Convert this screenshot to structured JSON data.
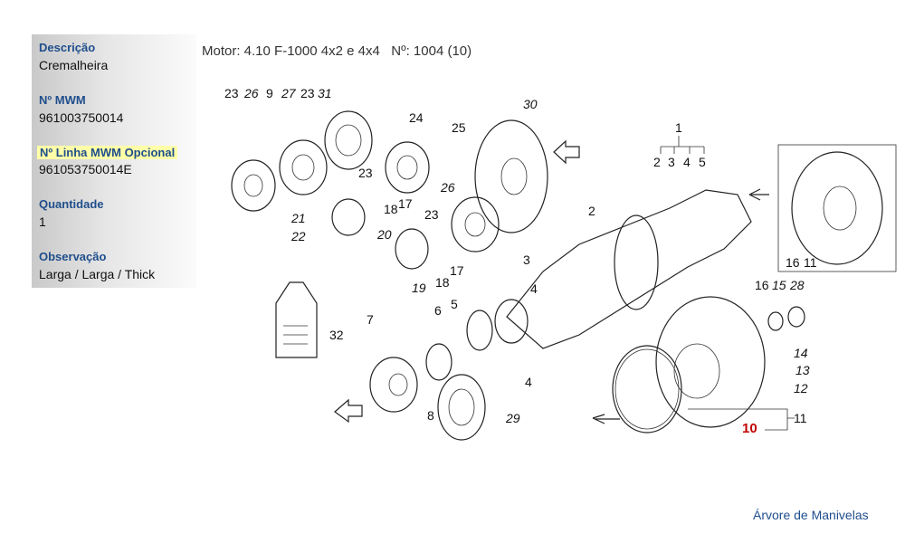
{
  "sidebar": {
    "fields": [
      {
        "label": "Descrição",
        "value": "Cremalheira"
      },
      {
        "label": "Nº MWM",
        "value": "961003750014"
      },
      {
        "label": "Nº Linha MWM Opcional",
        "value": "961053750014E"
      },
      {
        "label": "Quantidade",
        "value": "1"
      },
      {
        "label": "Observação",
        "value": "Larga / Larga / Thick"
      }
    ]
  },
  "header": {
    "title": "Motor: 4.10 F-1000 4x2 e 4x4   Nº: 1004 (10)"
  },
  "diagram": {
    "callouts": [
      "23",
      "26",
      "9",
      "27",
      "23",
      "31",
      "24",
      "25",
      "30",
      "1",
      "2",
      "3",
      "4",
      "5",
      "23",
      "18",
      "17",
      "26",
      "21",
      "22",
      "23",
      "20",
      "2",
      "3",
      "17",
      "18",
      "19",
      "4",
      "16",
      "15",
      "28",
      "16",
      "11",
      "7",
      "6",
      "5",
      "32",
      "4",
      "14",
      "13",
      "12",
      "8",
      "29",
      "11",
      "10"
    ],
    "highlight_color": "#c00000"
  },
  "footer": {
    "link": "Árvore de Manivelas"
  }
}
